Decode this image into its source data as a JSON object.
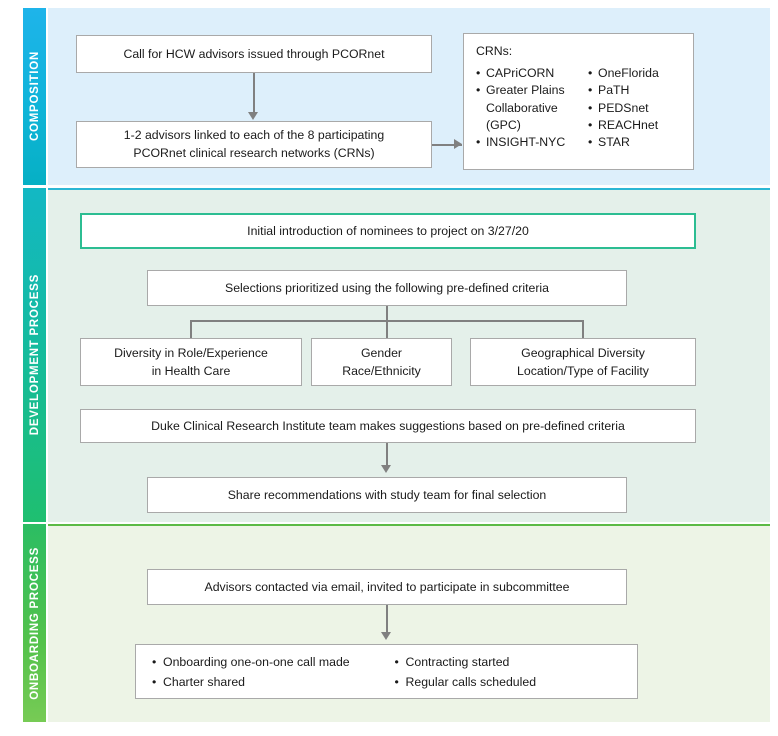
{
  "figure": {
    "title": "HCW advisor composition, development and onboarding process flowchart",
    "colors": {
      "composition_band": "#ddeffb",
      "development_band": "#e4f0ea",
      "onboarding_band": "#edf4e6",
      "composition_accent": "#0fb4d9",
      "development_accent": "#1fbf70",
      "onboarding_accent": "#5cba46",
      "accent_box_border": "#2cbd92",
      "box_border": "#a9a9a9",
      "connector": "#808080"
    }
  },
  "sections": [
    {
      "id": "composition",
      "label": "COMPOSITION",
      "nodes": {
        "call": "Call for HCW advisors issued through PCORnet",
        "advisors_line1": "1-2 advisors linked to each of the 8 participating",
        "advisors_line2": "PCORnet clinical research networks (CRNs)",
        "crns_title": "CRNs:",
        "crns_column_left": [
          "CAPriCORN",
          "Greater Plains Collaborative (GPC)",
          "INSIGHT-NYC"
        ],
        "crns_column_right": [
          "OneFlorida",
          "PaTH",
          "PEDSnet",
          "REACHnet",
          "STAR"
        ]
      }
    },
    {
      "id": "development",
      "label": "DEVELOPMENT PROCESS",
      "nodes": {
        "intro": "Initial introduction of nominees to project on 3/27/20",
        "criteria_header": "Selections prioritized using the following pre-defined criteria",
        "criteria": [
          {
            "line1": "Diversity in Role/Experience",
            "line2": "in Health Care"
          },
          {
            "line1": "Gender",
            "line2": "Race/Ethnicity"
          },
          {
            "line1": "Geographical Diversity",
            "line2": "Location/Type of Facility"
          }
        ],
        "dcri": "Duke Clinical Research Institute team makes suggestions based on pre-defined criteria",
        "share": "Share recommendations with study team for final selection"
      }
    },
    {
      "id": "onboarding",
      "label": "ONBOARDING PROCESS",
      "nodes": {
        "contact": "Advisors contacted via email, invited to participate in subcommittee",
        "tasks_left": [
          "Onboarding one-on-one call made",
          "Charter shared"
        ],
        "tasks_right": [
          "Contracting started",
          "Regular calls scheduled"
        ]
      }
    }
  ],
  "bullet_glyph": "•"
}
